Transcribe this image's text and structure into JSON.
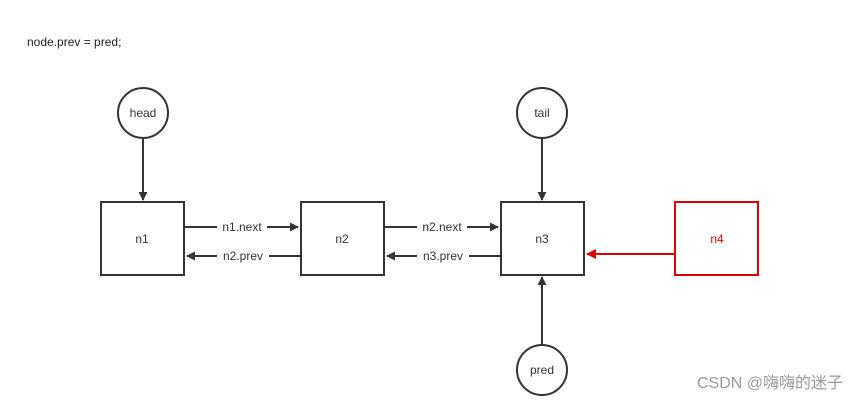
{
  "code_line": "node.prev = pred;",
  "nodes": {
    "head": "head",
    "tail": "tail",
    "pred": "pred",
    "n1": "n1",
    "n2": "n2",
    "n3": "n3",
    "n4": "n4"
  },
  "edges": {
    "n1_next": "n1.next",
    "n2_prev": "n2.prev",
    "n2_next": "n2.next",
    "n3_prev": "n3.prev"
  },
  "colors": {
    "stroke": "#333333",
    "highlight": "#e00000"
  },
  "watermark": "CSDN @嗨嗨的迷子"
}
